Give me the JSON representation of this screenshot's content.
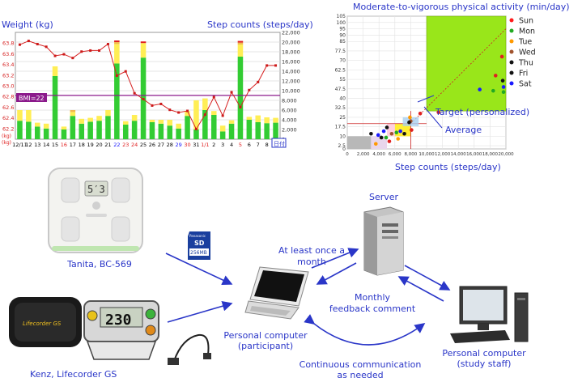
{
  "weight_chart": {
    "left_title": "Weight (kg)",
    "right_title": "Step counts (steps/day)",
    "bmi_label": "BMI=22",
    "corner_unit_top": "(kg)",
    "corner_unit_bottom": "(kg)",
    "corner_button": "日付",
    "colors": {
      "green": "#33cc33",
      "yellow": "#ffee55",
      "orange": "#f0b850",
      "red": "#e02020",
      "bmi": "#8b1a8b"
    }
  },
  "scatter_chart": {
    "title": "Moderate-to-vigorous physical activity (min/day)",
    "xlabel": "Step counts (steps/day)",
    "target_label": "Target (personalized)",
    "average_label": "Average",
    "legend": [
      {
        "label": "Sun",
        "color": "#ff1a1a"
      },
      {
        "label": "Mon",
        "color": "#22aa22"
      },
      {
        "label": "Tue",
        "color": "#ff9900"
      },
      {
        "label": "Wed",
        "color": "#a0522d"
      },
      {
        "label": "Thu",
        "color": "#111111"
      },
      {
        "label": "Fri",
        "color": "#111111"
      },
      {
        "label": "Sat",
        "color": "#1a1aff"
      }
    ]
  },
  "chart_data": [
    {
      "type": "bar",
      "categories": [
        "12/11",
        "12",
        "13",
        "14",
        "15",
        "16",
        "17",
        "18",
        "19",
        "20",
        "21",
        "22",
        "23",
        "24",
        "25",
        "26",
        "27",
        "28",
        "29",
        "30",
        "31",
        "1/1",
        "2",
        "3",
        "4",
        "5",
        "6",
        "7",
        "8",
        "9"
      ],
      "category_colors": [
        "#000",
        "#000",
        "#000",
        "#000",
        "#000",
        "#e02020",
        "#000",
        "#000",
        "#000",
        "#000",
        "#000",
        "#1a1aff",
        "#e02020",
        "#e02020",
        "#000",
        "#000",
        "#000",
        "#000",
        "#1a1aff",
        "#e02020",
        "#000",
        "#e02020",
        "#000",
        "#000",
        "#000",
        "#e02020",
        "#000",
        "#000",
        "#000",
        "#000"
      ],
      "series": [
        {
          "name": "",
          "values": [
            3800,
            3600,
            2600,
            2200,
            13000,
            2000,
            4800,
            3200,
            3600,
            3800,
            4800,
            15600,
            3000,
            3800,
            16800,
            3500,
            3200,
            2800,
            2200,
            4800,
            2000,
            6000,
            5000,
            1600,
            3200,
            17000,
            4000,
            3500,
            3300,
            3400
          ]
        },
        {
          "name": "",
          "values": [
            2200,
            2400,
            800,
            1000,
            2000,
            600,
            800,
            1000,
            800,
            1000,
            1200,
            4000,
            700,
            1200,
            3000,
            500,
            800,
            1200,
            1000,
            1000,
            6000,
            2400,
            800,
            1200,
            700,
            2500,
            600,
            1400,
            1200,
            1000
          ]
        },
        {
          "name": "",
          "values": [
            0,
            0,
            0,
            0,
            0,
            0,
            400,
            0,
            0,
            0,
            0,
            400,
            0,
            0,
            0,
            0,
            0,
            0,
            0,
            0,
            0,
            0,
            0,
            0,
            0,
            400,
            0,
            0,
            0,
            0
          ]
        }
      ],
      "weight_values": [
        63.77,
        63.84,
        63.78,
        63.73,
        63.56,
        63.59,
        63.52,
        63.64,
        63.66,
        63.66,
        63.78,
        63.19,
        63.27,
        62.86,
        62.75,
        62.63,
        62.66,
        62.55,
        62.5,
        62.53,
        62.19,
        62.46,
        62.79,
        62.44,
        62.88,
        62.6,
        62.92,
        63.07,
        63.38,
        63.38
      ],
      "y_left": {
        "ticks": [
          "63.8",
          "63.6",
          "63.4",
          "63.2",
          "63.0",
          "62.8",
          "62.6",
          "62.4",
          "62.2"
        ],
        "range": [
          62.0,
          64.0
        ]
      },
      "y_right": {
        "ticks": [
          "22,000",
          "20,000",
          "18,000",
          "16,000",
          "14,000",
          "12,000",
          "10,000",
          "8,000",
          "6,000",
          "4,000",
          "2,000",
          "0"
        ],
        "range": [
          0,
          22000
        ]
      },
      "bmi_line": 62.82
    },
    {
      "type": "scatter",
      "x_ticks": [
        "0",
        "2,000",
        "4,000",
        "6,000",
        "8,000",
        "10,000",
        "12,000",
        "14,000",
        "16,000",
        "18,000",
        "20,000"
      ],
      "y_ticks": [
        "105",
        "100",
        "95",
        "90",
        "85",
        "77.5",
        "70",
        "62.5",
        "55",
        "47.5",
        "40",
        "32.5",
        "25",
        "17.5",
        "10",
        "2.5",
        "0"
      ],
      "xlim": [
        0,
        20000
      ],
      "ylim": [
        0,
        105
      ],
      "target_zone": {
        "x_min": 10000,
        "y_min": 30
      },
      "points": [
        {
          "x": 9200,
          "y": 28,
          "c": "#e02020"
        },
        {
          "x": 11500,
          "y": 29,
          "c": "#e02020"
        },
        {
          "x": 19500,
          "y": 73,
          "c": "#e02020"
        },
        {
          "x": 8100,
          "y": 15,
          "c": "#e02020"
        },
        {
          "x": 5300,
          "y": 6,
          "c": "#e02020"
        },
        {
          "x": 18700,
          "y": 58,
          "c": "#e02020"
        },
        {
          "x": 19700,
          "y": 45,
          "c": "#22aa22"
        },
        {
          "x": 18400,
          "y": 46,
          "c": "#22aa22"
        },
        {
          "x": 6200,
          "y": 13,
          "c": "#22aa22"
        },
        {
          "x": 4900,
          "y": 9,
          "c": "#22aa22"
        },
        {
          "x": 7900,
          "y": 25,
          "c": "#ff9900"
        },
        {
          "x": 6400,
          "y": 8,
          "c": "#ff9900"
        },
        {
          "x": 3600,
          "y": 4,
          "c": "#ff9900"
        },
        {
          "x": 8000,
          "y": 22,
          "c": "#a0522d"
        },
        {
          "x": 5600,
          "y": 12,
          "c": "#a0522d"
        },
        {
          "x": 7800,
          "y": 21,
          "c": "#111111"
        },
        {
          "x": 4300,
          "y": 9,
          "c": "#111111"
        },
        {
          "x": 3000,
          "y": 12,
          "c": "#111111"
        },
        {
          "x": 5000,
          "y": 17,
          "c": "#111111"
        },
        {
          "x": 7200,
          "y": 12,
          "c": "#111111"
        },
        {
          "x": 19600,
          "y": 54,
          "c": "#111111"
        },
        {
          "x": 16700,
          "y": 47,
          "c": "#1a1aff"
        },
        {
          "x": 19700,
          "y": 49,
          "c": "#1a1aff"
        },
        {
          "x": 4600,
          "y": 14,
          "c": "#1a1aff"
        },
        {
          "x": 3900,
          "y": 11,
          "c": "#1a1aff"
        },
        {
          "x": 6700,
          "y": 14,
          "c": "#1a1aff"
        }
      ]
    }
  ],
  "diagram": {
    "tanita_label": "Tanita, BC-569",
    "kenz_label": "Kenz, Lifecorder GS",
    "participant_label_1": "Personal computer",
    "participant_label_2": "(participant)",
    "server_label": "Server",
    "staff_label_1": "Personal computer",
    "staff_label_2": "(study staff)",
    "monthly_upload_1": "At least once a",
    "monthly_upload_2": "month",
    "feedback_1": "Monthly",
    "feedback_2": "feedback comment",
    "continuous_1": "Continuous communication",
    "continuous_2": "as needed",
    "sd_brand": "Panasonic",
    "sd_logo": "SD",
    "sd_capacity": "256MB",
    "scale_display": "5′3",
    "pedometer_display": "230",
    "pedometer_brand": "Lifecorder GS"
  }
}
